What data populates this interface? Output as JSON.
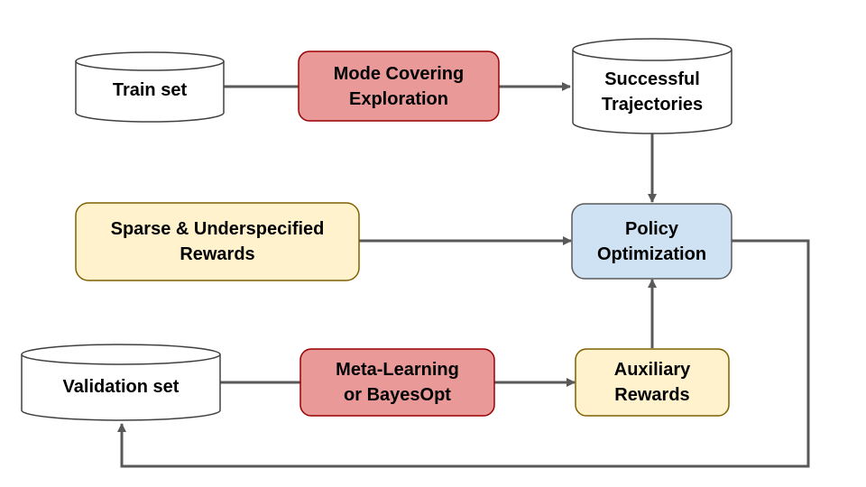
{
  "diagram": {
    "nodes": {
      "train_set": {
        "label": "Train set",
        "shape": "cylinder"
      },
      "mode_covering": {
        "label": "Mode Covering\nExploration",
        "shape": "rounded-rect",
        "fill": "#ea9999",
        "stroke": "#990000"
      },
      "successful_trajectories": {
        "label": "Successful\nTrajectories",
        "shape": "cylinder"
      },
      "sparse_rewards": {
        "label": "Sparse & Underspecified\nRewards",
        "shape": "rounded-rect",
        "fill": "#fff2cc",
        "stroke": "#7f6000"
      },
      "policy_optimization": {
        "label": "Policy\nOptimization",
        "shape": "rounded-rect",
        "fill": "#cfe2f3",
        "stroke": "#595959"
      },
      "validation_set": {
        "label": "Validation set",
        "shape": "cylinder"
      },
      "meta_learning": {
        "label": "Meta-Learning\nor BayesOpt",
        "shape": "rounded-rect",
        "fill": "#ea9999",
        "stroke": "#990000"
      },
      "auxiliary_rewards": {
        "label": "Auxiliary\nRewards",
        "shape": "rounded-rect",
        "fill": "#fff2cc",
        "stroke": "#7f6000"
      }
    },
    "edges": [
      {
        "from": "train_set",
        "to": "mode_covering",
        "arrow": false
      },
      {
        "from": "mode_covering",
        "to": "successful_trajectories",
        "arrow": true
      },
      {
        "from": "successful_trajectories",
        "to": "policy_optimization",
        "arrow": true
      },
      {
        "from": "sparse_rewards",
        "to": "policy_optimization",
        "arrow": true
      },
      {
        "from": "validation_set",
        "to": "meta_learning",
        "arrow": false
      },
      {
        "from": "meta_learning",
        "to": "auxiliary_rewards",
        "arrow": true
      },
      {
        "from": "auxiliary_rewards",
        "to": "policy_optimization",
        "arrow": true
      },
      {
        "from": "policy_optimization",
        "to": "validation_set",
        "arrow": true
      }
    ],
    "edge_color": "#595959"
  }
}
